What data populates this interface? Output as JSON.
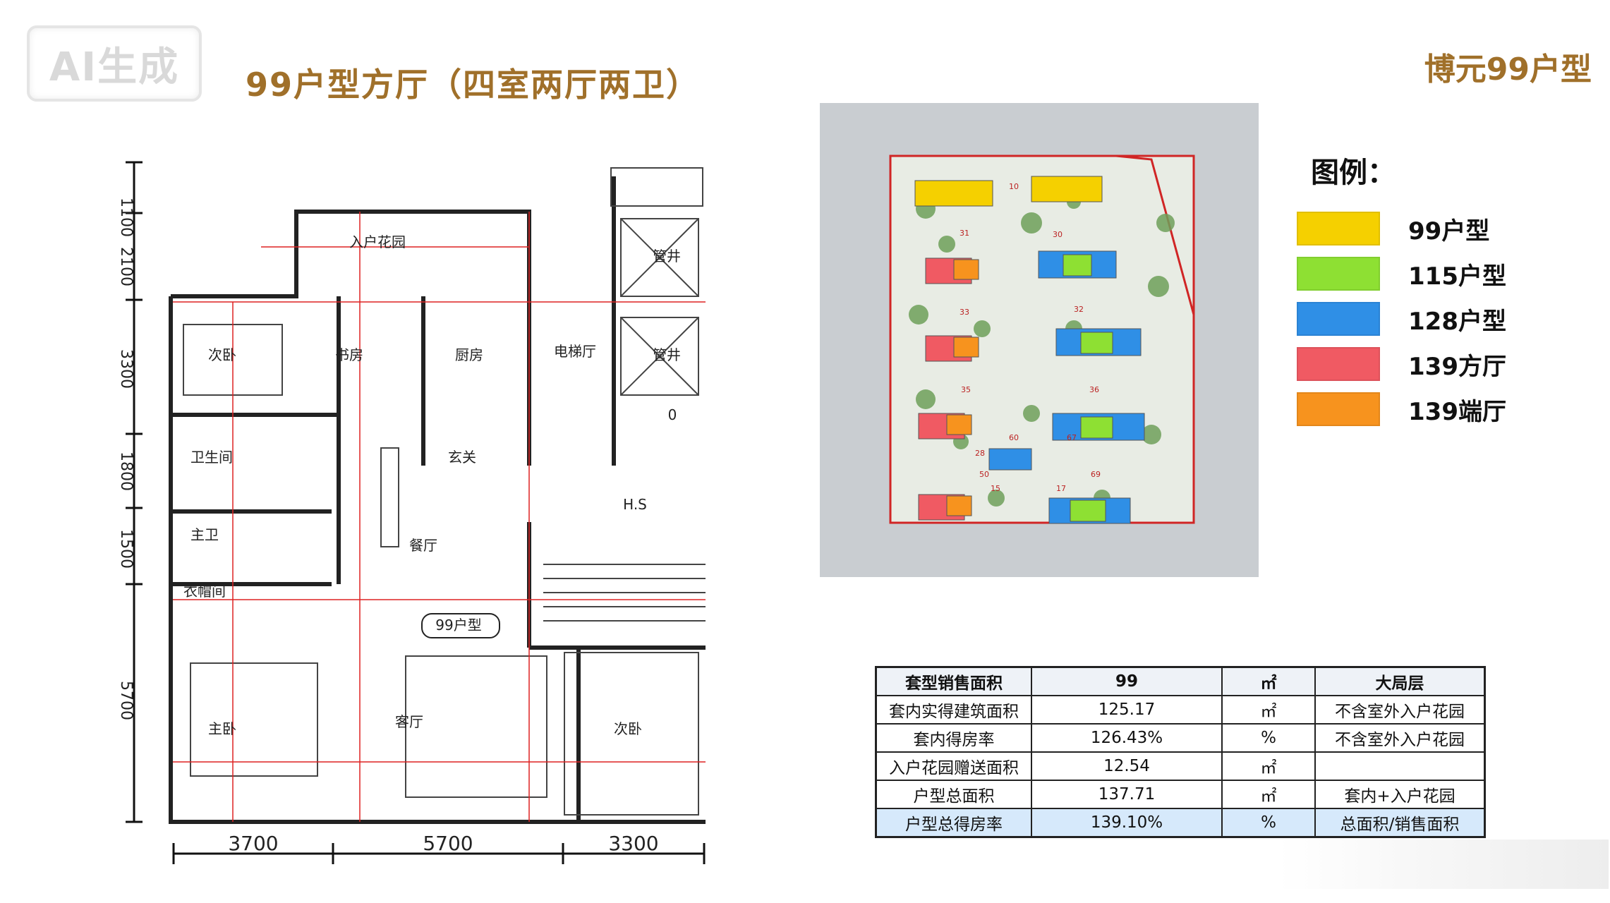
{
  "watermark": "AI生成",
  "title_left": "99户型方厅（四室两厅两卫）",
  "title_right": "博元99户型",
  "floor_plan": {
    "dims_bottom": [
      "3700",
      "5700",
      "3300"
    ],
    "dims_left": [
      "1100",
      "2100",
      "3300",
      "1800",
      "1500",
      "5700"
    ],
    "rooms": {
      "garden": "入户花园",
      "bed_top_left": "次卧",
      "study": "书房",
      "kitchen": "厨房",
      "elevator_hall": "电梯厅",
      "bath": "卫生间",
      "entrance": "玄关",
      "master_bath": "主卫",
      "dining": "餐厅",
      "closet": "衣帽间",
      "type_label": "99户型",
      "master_bed": "主卧",
      "living": "客厅",
      "bed_right": "次卧",
      "shaft1": "管井",
      "shaft2": "管井",
      "stair_mark": "0",
      "small_mark": "H.S"
    }
  },
  "legend": {
    "title": "图例：",
    "items": [
      {
        "label": "99户型",
        "color": "#f5d000"
      },
      {
        "label": "115户型",
        "color": "#8ee033"
      },
      {
        "label": "128户型",
        "color": "#2f8fe6"
      },
      {
        "label": "139方厅",
        "color": "#f05a63"
      },
      {
        "label": "139端厅",
        "color": "#f7931e"
      }
    ]
  },
  "site_plan": {
    "building_numbers": [
      "10",
      "31",
      "30",
      "33",
      "32",
      "35",
      "36",
      "60",
      "67",
      "28",
      "69",
      "50",
      "15",
      "17"
    ]
  },
  "table": {
    "rows": [
      [
        "套型销售面积",
        "99",
        "㎡",
        "大局层"
      ],
      [
        "套内实得建筑面积",
        "125.17",
        "㎡",
        "不含室外入户花园"
      ],
      [
        "套内得房率",
        "126.43%",
        "%",
        "不含室外入户花园"
      ],
      [
        "入户花园赠送面积",
        "12.54",
        "㎡",
        ""
      ],
      [
        "户型总面积",
        "137.71",
        "㎡",
        "套内+入户花园"
      ],
      [
        "户型总得房率",
        "139.10%",
        "%",
        "总面积/销售面积"
      ]
    ]
  }
}
